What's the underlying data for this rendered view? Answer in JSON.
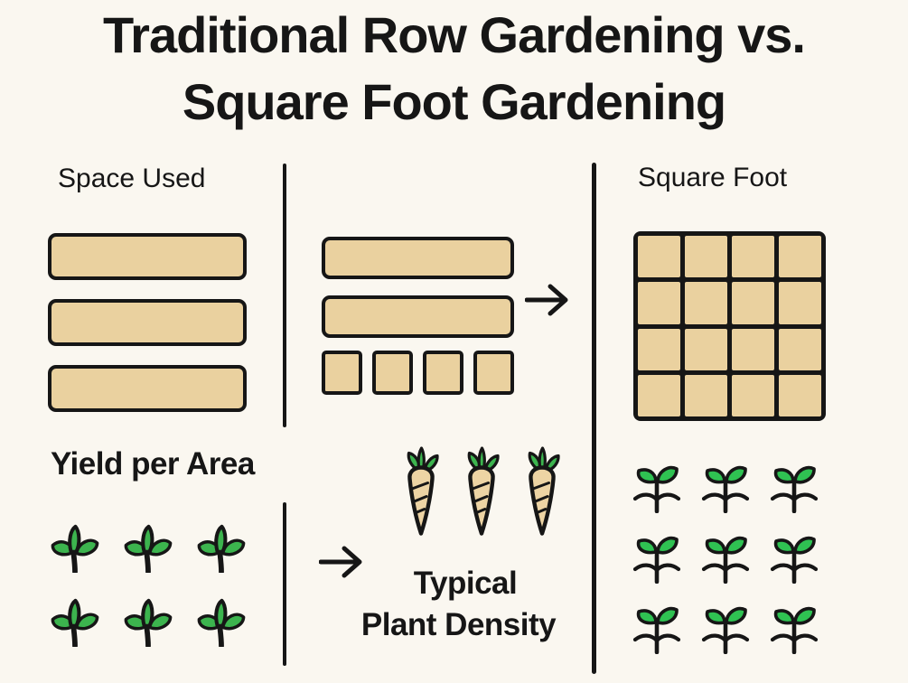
{
  "title": {
    "line1": "Traditional Row Gardening vs.",
    "line2": "Square Foot Gardening"
  },
  "left_panel": {
    "heading": "Space Used",
    "bed_row_count": 3
  },
  "middle_panel": {
    "bed_row_count": 2,
    "bed_square_count": 4
  },
  "right_panel": {
    "heading": "Square Foot",
    "grid_rows": 4,
    "grid_cols": 4,
    "cell_count": 16
  },
  "bottom_left": {
    "heading": "Yield per Area",
    "plant_rows": 2,
    "plant_cols": 3,
    "plant_count": 6
  },
  "bottom_middle": {
    "carrot_count": 3,
    "caption_line1": "Typical",
    "caption_line2": "Plant Density"
  },
  "bottom_right": {
    "seedling_rows": 3,
    "seedling_cols": 3,
    "seedling_count": 9
  },
  "icons": {
    "arrow": "arrow-right-icon",
    "plant": "leafy-plant-icon",
    "carrot": "carrot-icon",
    "seedling": "seedling-sprout-icon"
  },
  "colors": {
    "background": "#FAF7F0",
    "outline": "#161616",
    "text": "#161616",
    "bed_fill": "#EAD19F",
    "leaf_green": "#3CB44E",
    "seedling_green": "#2FC252",
    "carrot_body": "#EDD4A4"
  }
}
